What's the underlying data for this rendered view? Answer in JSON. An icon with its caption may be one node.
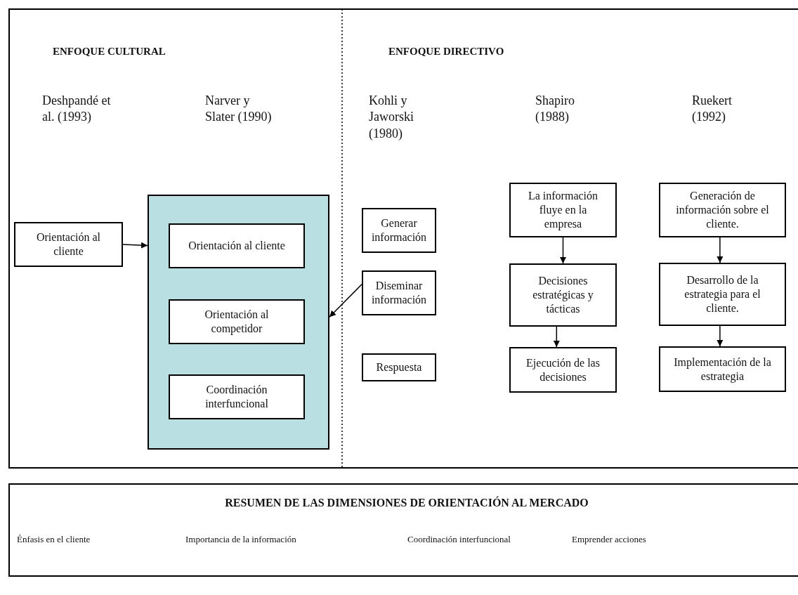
{
  "diagram": {
    "nodes": [
      {
        "text": [
          "Orientación al cliente"
        ]
      },
      {
        "text": [],
        "shape": "box"
      },
      {
        "text": [
          "Orientación al cliente"
        ],
        "in": 1
      },
      {
        "text": [
          "Orientación al competidor"
        ],
        "in": 1
      },
      {
        "text": [
          "Coordinación interfuncional"
        ],
        "in": 1
      },
      {
        "text": [
          "Generar información"
        ]
      },
      {
        "text": [
          "Diseminar información"
        ]
      },
      {
        "text": [
          "Respuesta"
        ]
      },
      {
        "text": [
          "La información fluye en la empresa"
        ]
      },
      {
        "text": [
          "Decisiones estratégicas y tácticas"
        ]
      },
      {
        "text": [
          "Ejecución de las decisiones"
        ]
      },
      {
        "text": [
          "Generación de información sobre el cliente."
        ]
      },
      {
        "text": [
          "Desarrollo de la estrategia para el cliente."
        ]
      },
      {
        "text": [
          "Implementación de la estrategia"
        ]
      },
      {
        "text": [
          "RESUMEN DE LAS DIMENSIONES DE ORIENTACIÓN AL MERCADO",
          "Énfasis en el cliente",
          "Importancia de la información",
          "Coordinación interfuncional",
          "Emprender acciones"
        ]
      }
    ],
    "edges": [
      {
        "from": 0,
        "to": 1,
        "arrow": "to"
      },
      {
        "from": 6,
        "to": 1,
        "arrow": "to"
      },
      {
        "from": 8,
        "to": 9,
        "arrow": "to"
      },
      {
        "from": 9,
        "to": 10,
        "arrow": "to"
      },
      {
        "from": 11,
        "to": 12,
        "arrow": "to"
      },
      {
        "from": 12,
        "to": 13,
        "arrow": "to"
      }
    ],
    "labels": [
      "ENFOQUE CULTURAL",
      "ENFOQUE DIRECTIVO",
      "Deshpandé et al. (1993)",
      "Narver y Slater (1990)",
      "Kohli y Jaworski (1980)",
      "Shapiro (1988)",
      "Ruekert (1992)"
    ]
  }
}
